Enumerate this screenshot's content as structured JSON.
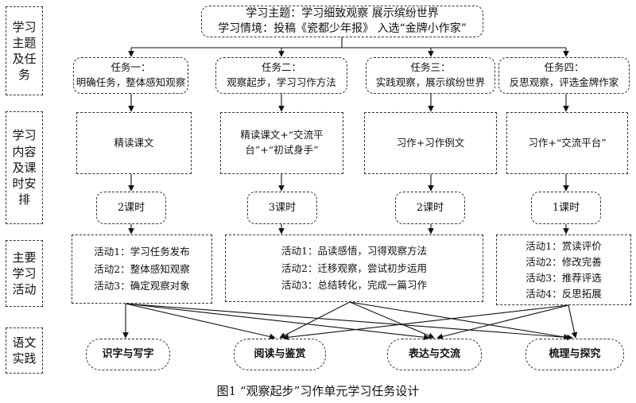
{
  "sidebar": {
    "row1": [
      "学习",
      "主题",
      "及任",
      "务"
    ],
    "row2": [
      "学习",
      "内容",
      "及课",
      "时安",
      "排"
    ],
    "row3": [
      "主要",
      "学习",
      "活动"
    ],
    "row4": [
      "语文",
      "实践"
    ]
  },
  "header": {
    "line1": "学习主题：学习细致观察  展示缤纷世界",
    "line2": "学习情境：投稿《瓷都少年报》  入选“金牌小作家”"
  },
  "tasks": [
    {
      "title": "任务一：",
      "desc": "明确任务，整体感知观察"
    },
    {
      "title": "任务二：",
      "desc": "观察起步，学习习作方法"
    },
    {
      "title": "任务三：",
      "desc": "实践观察，展示缤纷世界"
    },
    {
      "title": "任务四：",
      "desc": "反思观察，评选金牌作家"
    }
  ],
  "contents": [
    {
      "lines": [
        "精读课文"
      ]
    },
    {
      "lines": [
        "精读课文+“交流平",
        "台”+“初试身手”"
      ]
    },
    {
      "lines": [
        "习作+习作例文"
      ]
    },
    {
      "lines": [
        "习作+“交流平台”"
      ]
    }
  ],
  "hours": [
    "2课时",
    "3课时",
    "2课时",
    "1课时"
  ],
  "activities": {
    "a1": [
      "活动1：学习任务发布",
      "活动2：整体感知观察",
      "活动3：确定观察对象"
    ],
    "a2": [
      "活动1：品读感悟，习得观察方法",
      "活动2：迁移观察，尝试初步运用",
      "活动3：总结转化，完成一篇习作"
    ],
    "a4": [
      "活动1：赏读评价",
      "活动2：修改完善",
      "活动3：推荐评选",
      "活动4：反思拓展"
    ]
  },
  "practices": [
    "识字与写字",
    "阅读与鉴赏",
    "表达与交流",
    "梳理与探究"
  ],
  "caption": "图1  “观察起步”习作单元学习任务设计"
}
